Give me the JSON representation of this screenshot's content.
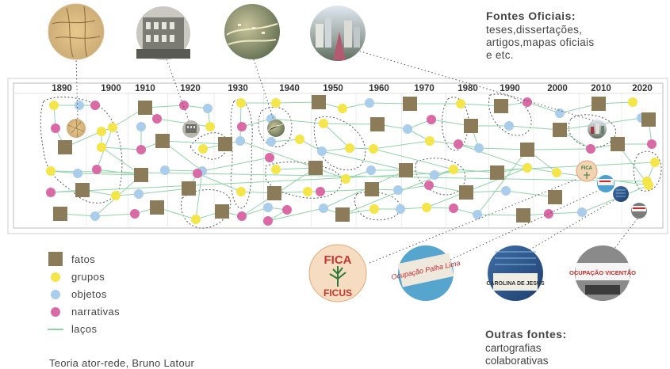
{
  "timeline": {
    "decades": [
      "1890",
      "1900",
      "1910",
      "1920",
      "1930",
      "1940",
      "1950",
      "1960",
      "1970",
      "1980",
      "1990",
      "2000",
      "2010",
      "2020"
    ]
  },
  "official_sources": {
    "title": "Fontes Oficiais:",
    "lines": [
      "teses,dissertações,",
      "artigos,mapas oficiais",
      "e etc."
    ]
  },
  "other_sources": {
    "title": "Outras fontes:",
    "lines": [
      "cartografias",
      "colaborativas"
    ]
  },
  "legend": {
    "fatos": "fatos",
    "grupos": "grupos",
    "objetos": "objetos",
    "narrativas": "narrativas",
    "lacos": "laços"
  },
  "caption": "Teoria ator-rede, Bruno Latour",
  "photo_labels": {
    "fica_top": "FICA",
    "fica_bottom": "FICUS",
    "ocupacao_palha": "Ocupação Palha Lima",
    "carolina": "CAROLINA DE JESUS",
    "ocupacao_vicentao": "OCUPAÇÃO VICENTÃO"
  },
  "colors": {
    "fatos": "#8c7b58",
    "grupos": "#f3e54a",
    "objetos": "#a9cdea",
    "narrativas": "#d96aa6",
    "lacos": "#8fd4a9"
  }
}
